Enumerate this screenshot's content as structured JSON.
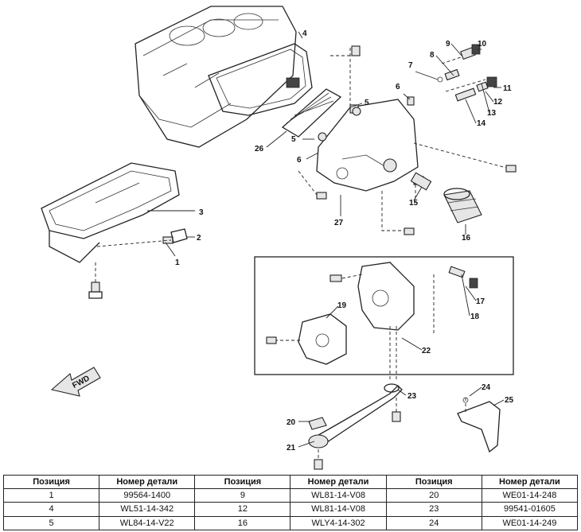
{
  "callouts": [
    "1",
    "2",
    "3",
    "4",
    "5",
    "5",
    "6",
    "6",
    "7",
    "8",
    "9",
    "10",
    "11",
    "12",
    "13",
    "14",
    "15",
    "16",
    "17",
    "18",
    "19",
    "20",
    "21",
    "22",
    "23",
    "24",
    "25",
    "26",
    "27"
  ],
  "direction_label": "FWD",
  "table": {
    "headers": [
      "Позиция",
      "Номер детали",
      "Позиция",
      "Номер детали",
      "Позиция",
      "Номер детали"
    ],
    "rows": [
      [
        "1",
        "99564-1400",
        "9",
        "WL81-14-V08",
        "20",
        "WE01-14-248"
      ],
      [
        "4",
        "WL51-14-342",
        "12",
        "WL81-14-V08",
        "23",
        "99541-01605"
      ],
      [
        "5",
        "WL84-14-V22",
        "16",
        "WLY4-14-302",
        "24",
        "WE01-14-249"
      ]
    ]
  }
}
